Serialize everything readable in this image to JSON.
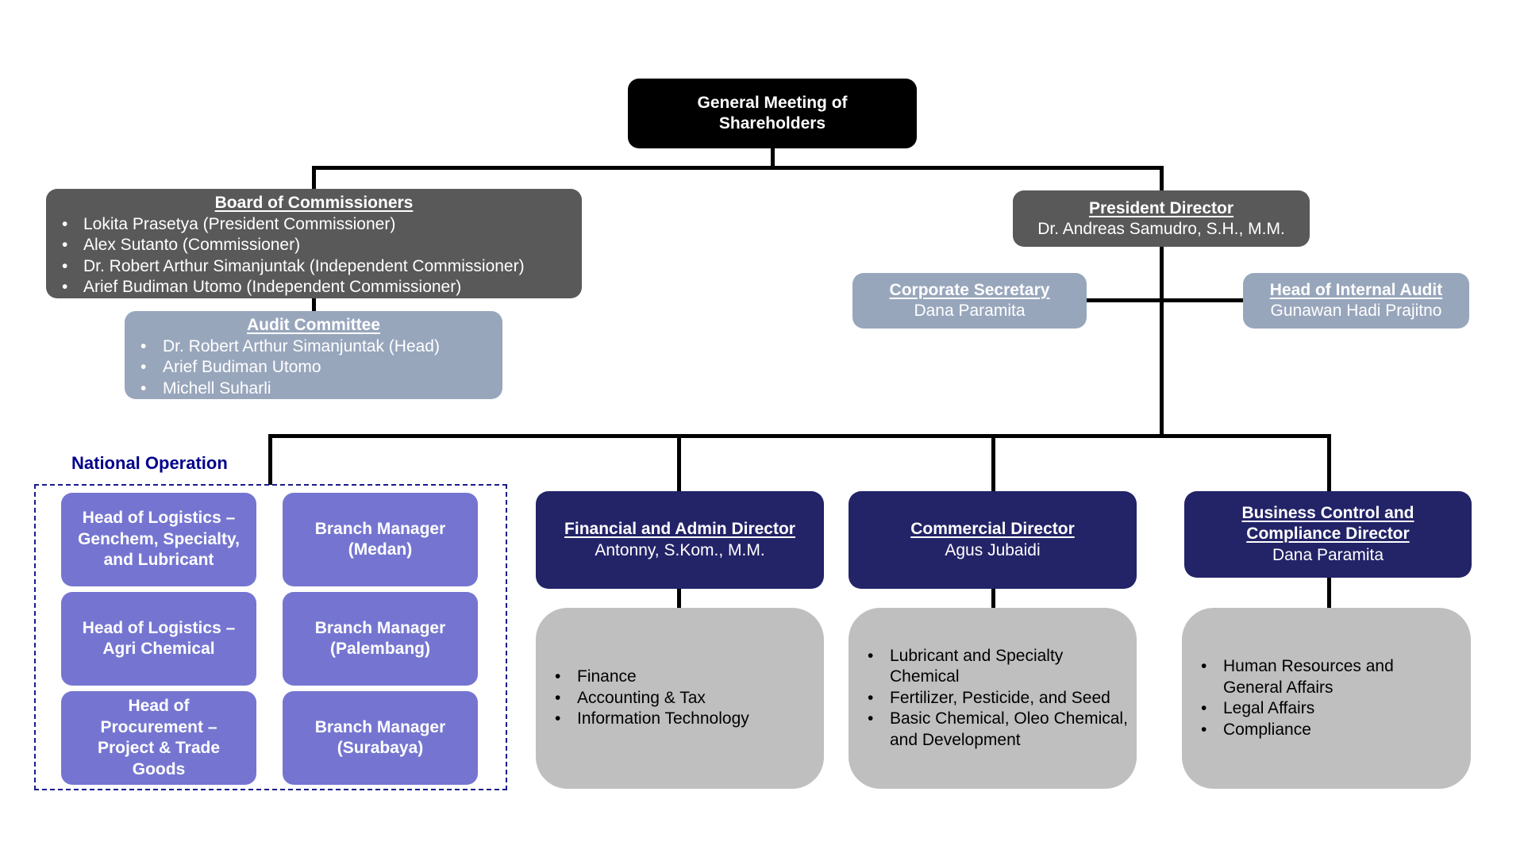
{
  "diagram": {
    "type": "organization-chart",
    "general_meeting": {
      "title": "General Meeting of Shareholders"
    },
    "board_of_commissioners": {
      "title": "Board of Commissioners",
      "members": [
        "Lokita Prasetya (President Commissioner)",
        "Alex Sutanto (Commissioner)",
        "Dr. Robert Arthur Simanjuntak (Independent Commissioner)",
        "Arief Budiman Utomo (Independent Commissioner)"
      ]
    },
    "audit_committee": {
      "title": "Audit Committee",
      "members": [
        "Dr. Robert Arthur Simanjuntak (Head)",
        "Arief Budiman Utomo",
        "Michell Suharli"
      ]
    },
    "president_director": {
      "title": "President Director",
      "name": "Dr. Andreas Samudro, S.H., M.M."
    },
    "corporate_secretary": {
      "title": "Corporate Secretary",
      "name": "Dana Paramita"
    },
    "internal_audit": {
      "title": "Head of Internal Audit",
      "name": "Gunawan Hadi Prajitno"
    },
    "national_operation": {
      "label": "National Operation",
      "units": [
        "Head of Logistics – Genchem, Specialty, and Lubricant",
        "Branch Manager (Medan)",
        "Head of Logistics – Agri Chemical",
        "Branch Manager (Palembang)",
        "Head of Procurement – Project & Trade Goods",
        "Branch Manager (Surabaya)"
      ]
    },
    "directors": [
      {
        "title": "Financial and Admin Director",
        "name": "Antonny, S.Kom., M.M.",
        "departments": [
          "Finance",
          "Accounting & Tax",
          "Information Technology"
        ]
      },
      {
        "title": "Commercial Director",
        "name": "Agus Jubaidi",
        "departments": [
          "Lubricant and Specialty Chemical",
          "Fertilizer, Pesticide, and Seed",
          "Basic Chemical, Oleo Chemical, and Development"
        ]
      },
      {
        "title": "Business Control and Compliance Director",
        "name": "Dana Paramita",
        "departments": [
          "Human Resources and General Affairs",
          "Legal Affairs",
          "Compliance"
        ]
      }
    ],
    "colors": {
      "shareholders": "#000000",
      "board_and_president": "#595959",
      "support_units": "#98A6BC",
      "national_operation": "#7575D1",
      "directors": "#232368",
      "departments": "#BFBFBF",
      "national_label": "#00008B"
    }
  }
}
